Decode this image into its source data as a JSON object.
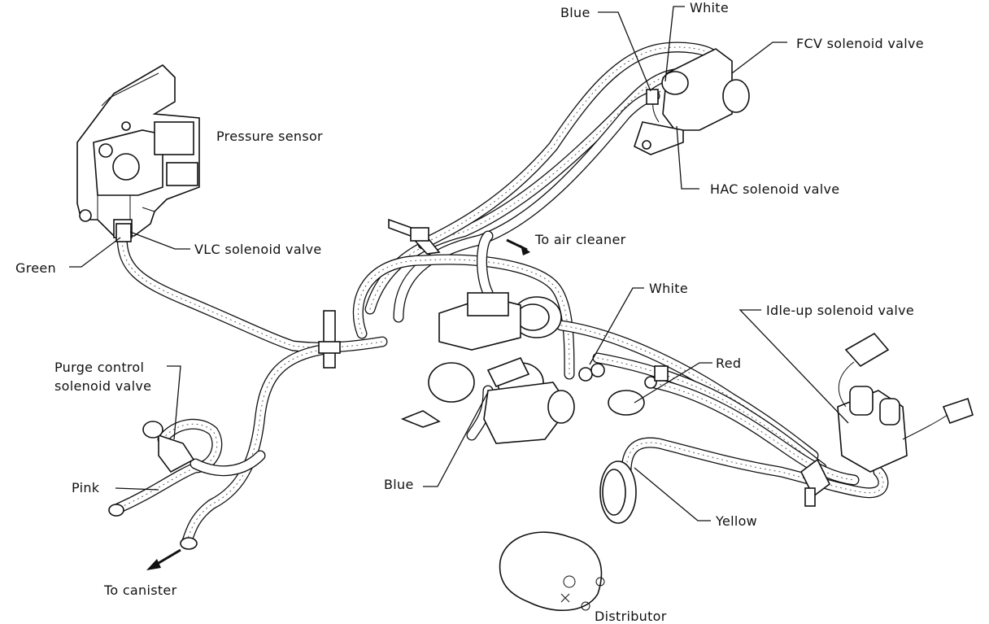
{
  "diagram": {
    "labels": {
      "blue_top": "Blue",
      "white_top": "White",
      "fcv": "FCV solenoid valve",
      "pressure_sensor": "Pressure sensor",
      "hac": "HAC solenoid valve",
      "to_air_cleaner": "To air cleaner",
      "vlc": "VLC solenoid valve",
      "green": "Green",
      "white_mid": "White",
      "idle_up": "Idle-up solenoid valve",
      "red": "Red",
      "purge_control": "Purge control",
      "purge_control_2": "solenoid valve",
      "pink": "Pink",
      "blue_bottom": "Blue",
      "yellow": "Yellow",
      "to_canister": "To canister",
      "distributor": "Distributor"
    }
  }
}
